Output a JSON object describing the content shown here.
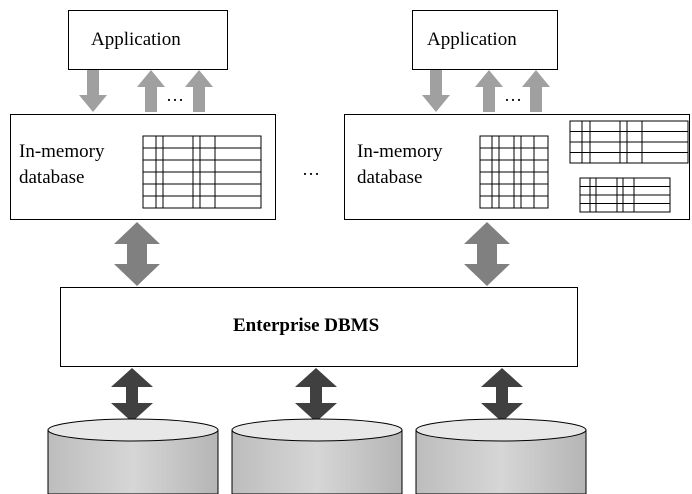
{
  "apps": [
    {
      "label": "Application"
    },
    {
      "label": "Application"
    }
  ],
  "imdbs": [
    {
      "line1": "In-memory",
      "line2": "database"
    },
    {
      "line1": "In-memory",
      "line2": "database"
    }
  ],
  "ellipsis": "…",
  "dbms": {
    "label": "Enterprise DBMS"
  },
  "colors": {
    "light_arrow": "#a0a0a0",
    "mid_arrow": "#808080",
    "dark_arrow": "#404040",
    "disk_top": "#e8e8e8",
    "disk_body": "#c8c8c8"
  }
}
